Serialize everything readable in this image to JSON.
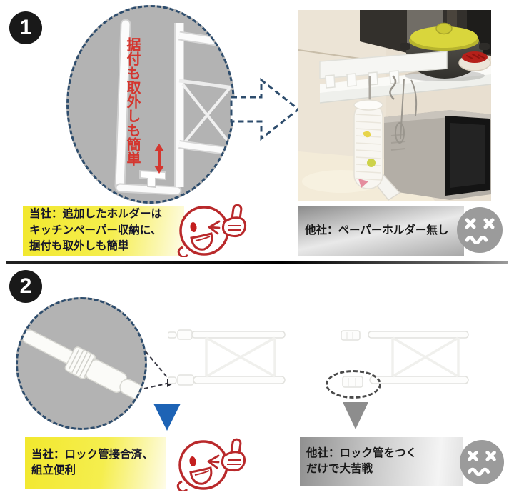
{
  "sections": [
    {
      "badge": "1",
      "zoom_callout": "据付も取外しも簡単",
      "ours": {
        "lines": [
          "当社：追加したホルダーは",
          "キッチンペーパー収納に、",
          "据付も取外しも簡単"
        ]
      },
      "theirs": {
        "lines": [
          "他社：ペーパーホルダー無し"
        ]
      }
    },
    {
      "badge": "2",
      "ours": {
        "lines": [
          "当社：ロック管接合済、",
          "組立便利"
        ]
      },
      "theirs": {
        "lines": [
          "他社：ロック管をつく",
          "だけで大苦戦"
        ]
      }
    }
  ],
  "icons": {
    "up_down_arrow_glyph": "↕",
    "happy_face": "winking-smiley-thumbs-up",
    "sad_face": "dizzy-sad-face",
    "block_arrow": "dashed-right-block-arrow",
    "ours_pointer": "blue-down-triangle",
    "theirs_pointer": "gray-down-triangle"
  },
  "colors": {
    "ours_highlight_yellow": "#f5ec33",
    "theirs_gray": "#9b9b9b",
    "accent_red": "#c22a28",
    "zoom_dashed_navy": "#2e4d6d",
    "zoom_circle_fill": "#b3b3b3",
    "ours_arrow_blue": "#1d63b5",
    "theirs_arrow_gray": "#8d8d8d"
  }
}
